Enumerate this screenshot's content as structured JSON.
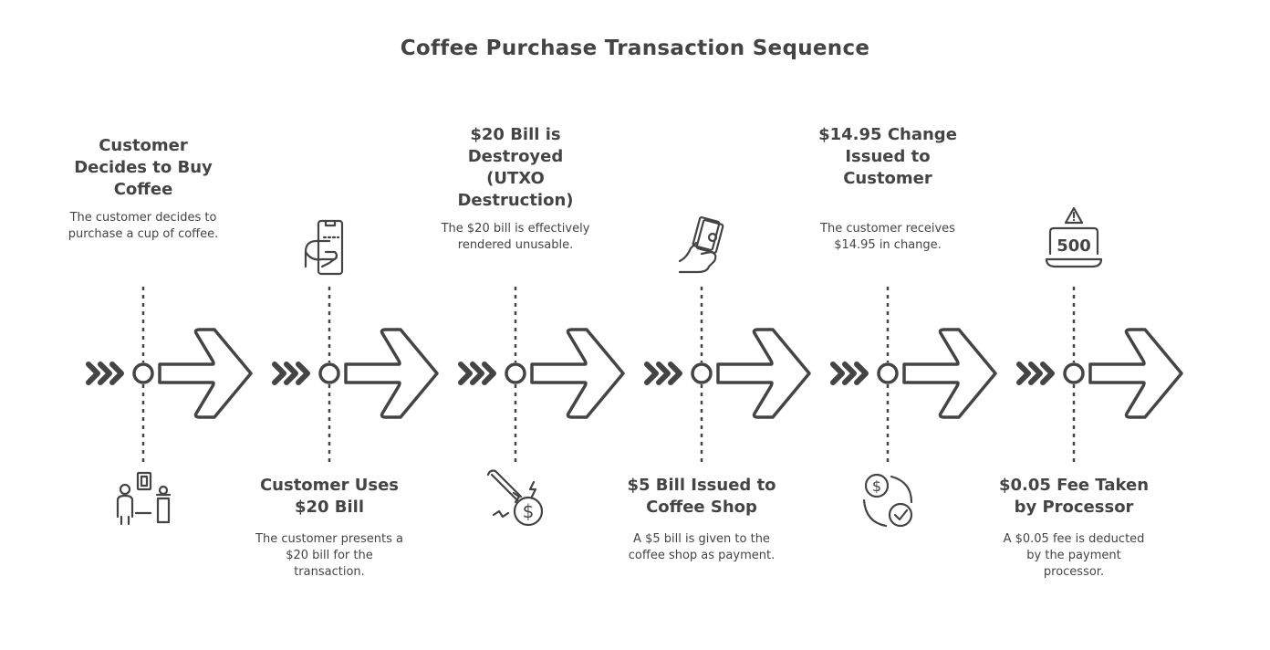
{
  "title": "Coffee Purchase Transaction Sequence",
  "colors": {
    "stroke": "#444444",
    "text": "#444444",
    "background": "#ffffff"
  },
  "steps": [
    {
      "heading": "Customer Decides to Buy Coffee",
      "description": "The customer decides to purchase a cup of coffee.",
      "text_position": "top",
      "icon": "customer-barista-icon"
    },
    {
      "heading": "Customer Uses $20 Bill",
      "description": "The customer presents a $20 bill for the transaction.",
      "text_position": "bottom",
      "icon": "payment-hand-icon"
    },
    {
      "heading": "$20 Bill is Destroyed (UTXO Destruction)",
      "description": "The $20 bill is effectively rendered unusable.",
      "text_position": "top",
      "icon": "dollar-destruction-icon"
    },
    {
      "heading": "$5 Bill Issued to Coffee Shop",
      "description": "A $5 bill is given to the coffee shop as payment.",
      "text_position": "bottom",
      "icon": "cash-hand-icon"
    },
    {
      "heading": "$14.95 Change Issued to Customer",
      "description": "The customer receives $14.95 in change.",
      "text_position": "top",
      "icon": "dollar-exchange-check-icon"
    },
    {
      "heading": "$0.05 Fee Taken by Processor",
      "description": "A $0.05 fee is deducted by the payment processor.",
      "text_position": "bottom",
      "icon": "error-500-laptop-icon",
      "icon_text": "500"
    }
  ]
}
